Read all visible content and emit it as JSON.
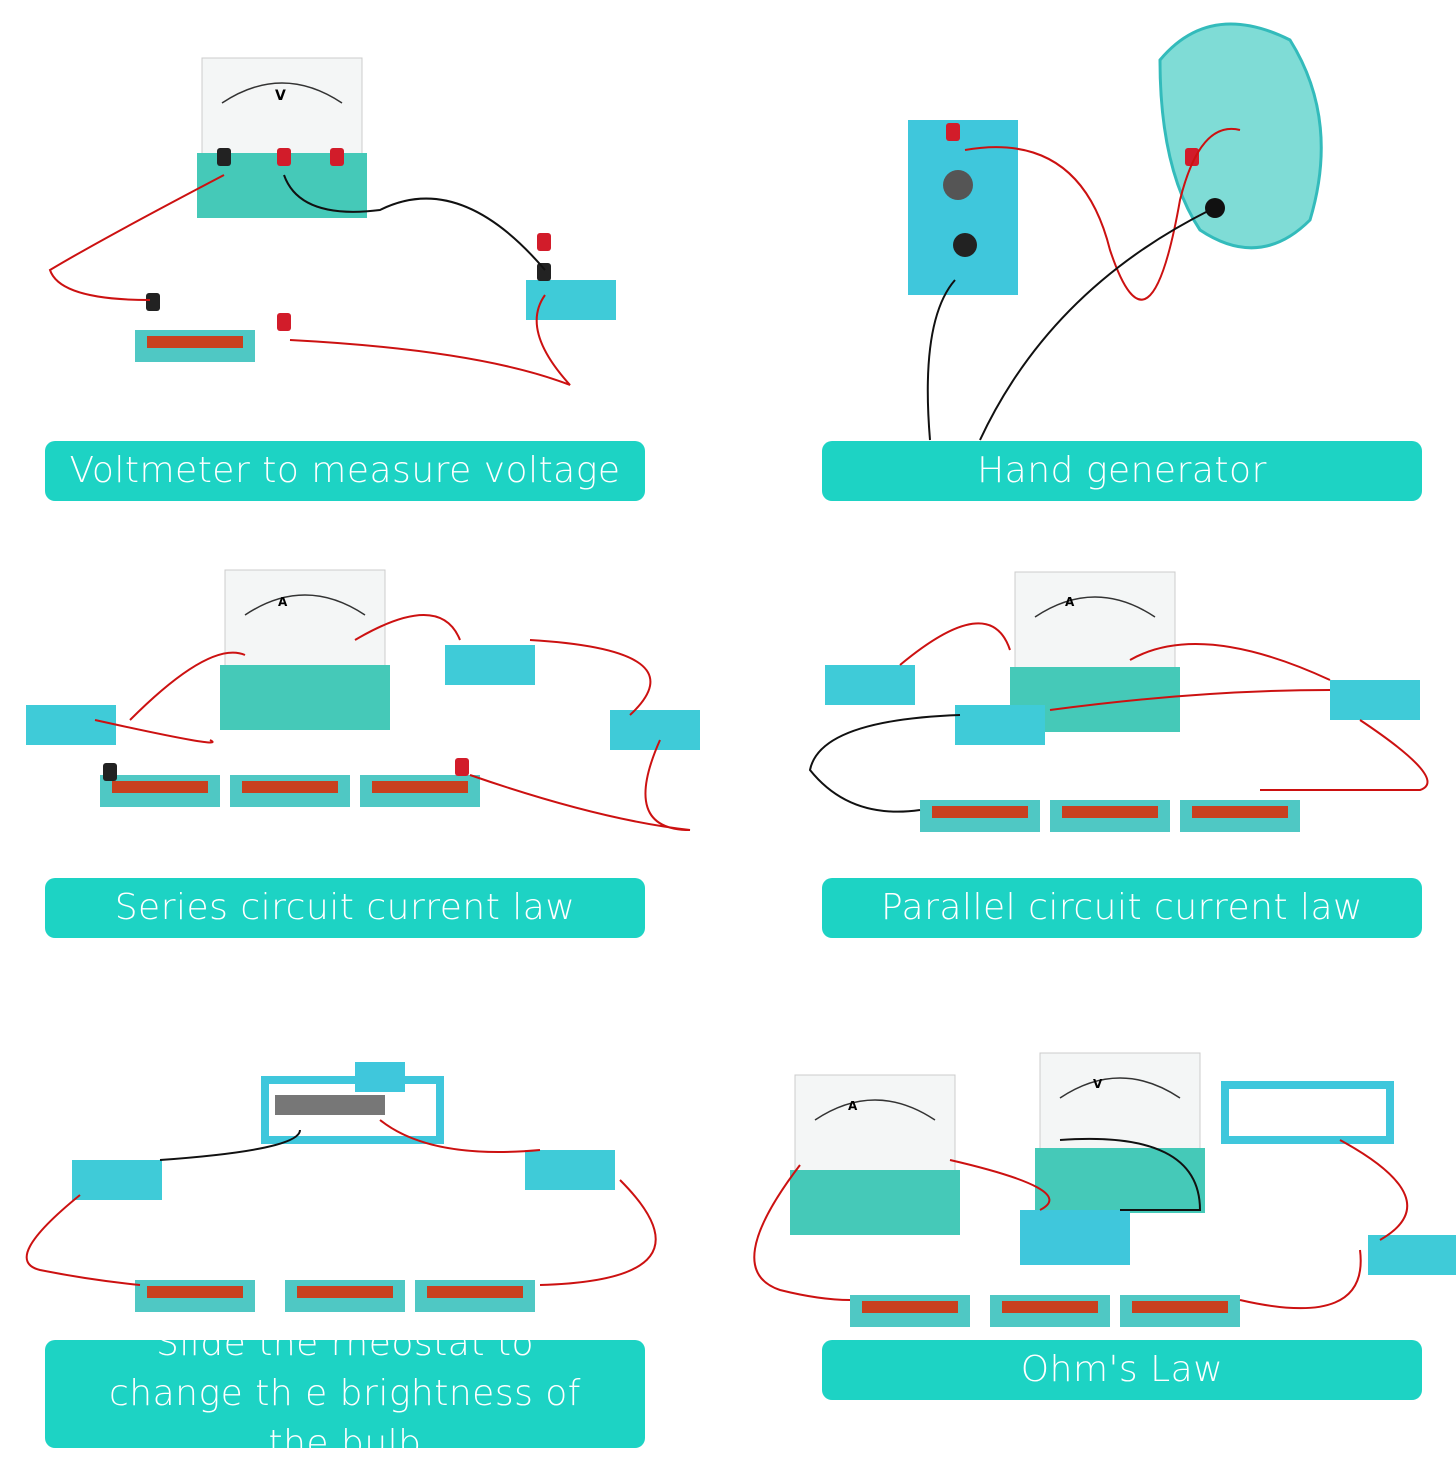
{
  "accent_color": "#1dd3c4",
  "panels": [
    {
      "caption": "Voltmeter to measure voltage",
      "meter_symbol": "V"
    },
    {
      "caption": "Hand generator"
    },
    {
      "caption": "Series circuit current law",
      "meter_symbol": "A"
    },
    {
      "caption": "Parallel circuit current law",
      "meter_symbol": "A"
    },
    {
      "caption": "Slide the rheostat to change th e brightness of the bulb"
    },
    {
      "caption": "Ohm's Law",
      "meter_symbols": [
        "A",
        "V"
      ]
    }
  ]
}
